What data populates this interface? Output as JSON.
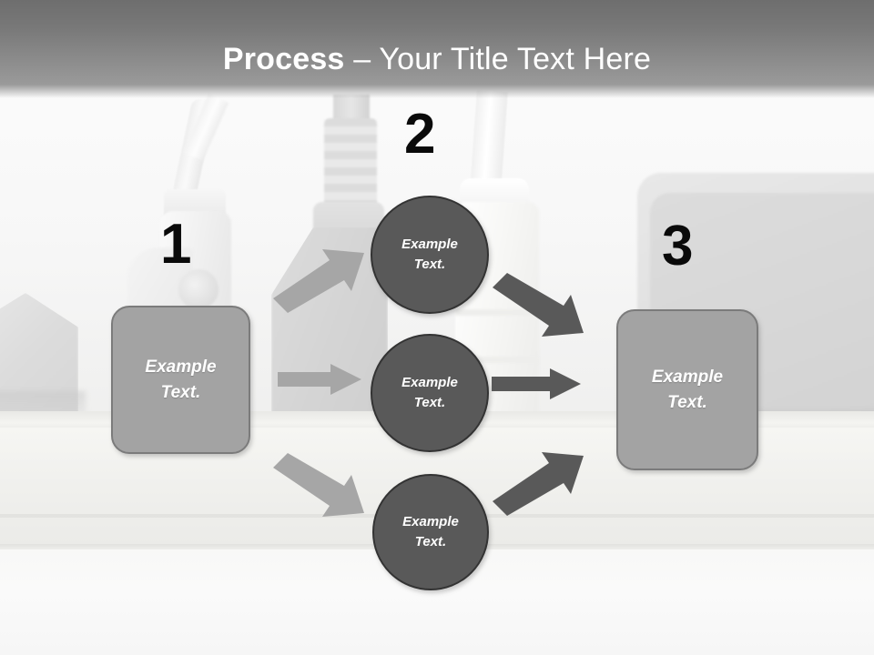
{
  "header": {
    "title_bold": "Process",
    "title_rest": " – Your Title Text Here"
  },
  "colors": {
    "header_dark": "#6e6e6e",
    "header_light": "#9a9a9a",
    "box_fill": "#a3a3a3",
    "box_border": "#7b7b7b",
    "circle_fill": "#595959",
    "circle_border": "#333333",
    "arrow_light": "#a6a6a6",
    "arrow_dark": "#595959",
    "number_color": "#0a0a0a",
    "label_text": "#ffffff"
  },
  "steps": [
    {
      "number": "1"
    },
    {
      "number": "2"
    },
    {
      "number": "3"
    }
  ],
  "boxes": {
    "start": {
      "line1": "Example",
      "line2": "Text."
    },
    "end": {
      "line1": "Example",
      "line2": "Text."
    }
  },
  "circles": [
    {
      "line1": "Example",
      "line2": "Text."
    },
    {
      "line1": "Example",
      "line2": "Text."
    },
    {
      "line1": "Example",
      "line2": "Text."
    }
  ],
  "arrows": [
    {
      "name": "arrow-start-to-top",
      "direction": "up-right",
      "tone": "light"
    },
    {
      "name": "arrow-start-to-mid",
      "direction": "right",
      "tone": "light"
    },
    {
      "name": "arrow-start-to-bottom",
      "direction": "down-right",
      "tone": "light"
    },
    {
      "name": "arrow-top-to-end",
      "direction": "down-right",
      "tone": "dark"
    },
    {
      "name": "arrow-mid-to-end",
      "direction": "right",
      "tone": "dark"
    },
    {
      "name": "arrow-bottom-to-end",
      "direction": "up-right",
      "tone": "dark"
    }
  ]
}
